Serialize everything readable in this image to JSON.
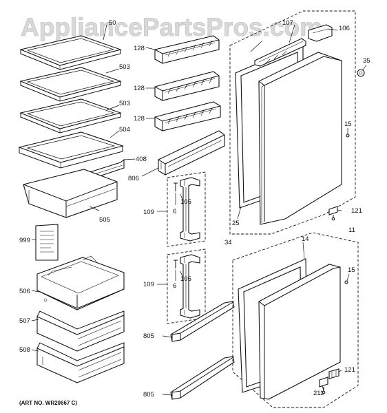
{
  "watermark": "AppliancePartsPros.com",
  "art_number": "(ART NO. WR20667 C)",
  "callouts": {
    "c50": "50",
    "c503a": "503",
    "c503b": "503",
    "c504": "504",
    "c408": "408",
    "c505": "505",
    "c999": "999",
    "c506": "506",
    "c507": "507",
    "c508": "508",
    "c128a": "128",
    "c128b": "128",
    "c128c": "128",
    "c806": "806",
    "c109a": "109",
    "c105a": "105",
    "c6a": "6",
    "c109b": "109",
    "c105b": "105",
    "c6b": "6",
    "c805a": "805",
    "c805b": "805",
    "c107": "107",
    "c106": "106",
    "c35": "35",
    "c15a": "15",
    "c121a": "121",
    "c25": "25",
    "c34": "34",
    "c11": "11",
    "c14": "14",
    "c15b": "15",
    "c121b": "121",
    "c211": "211"
  }
}
